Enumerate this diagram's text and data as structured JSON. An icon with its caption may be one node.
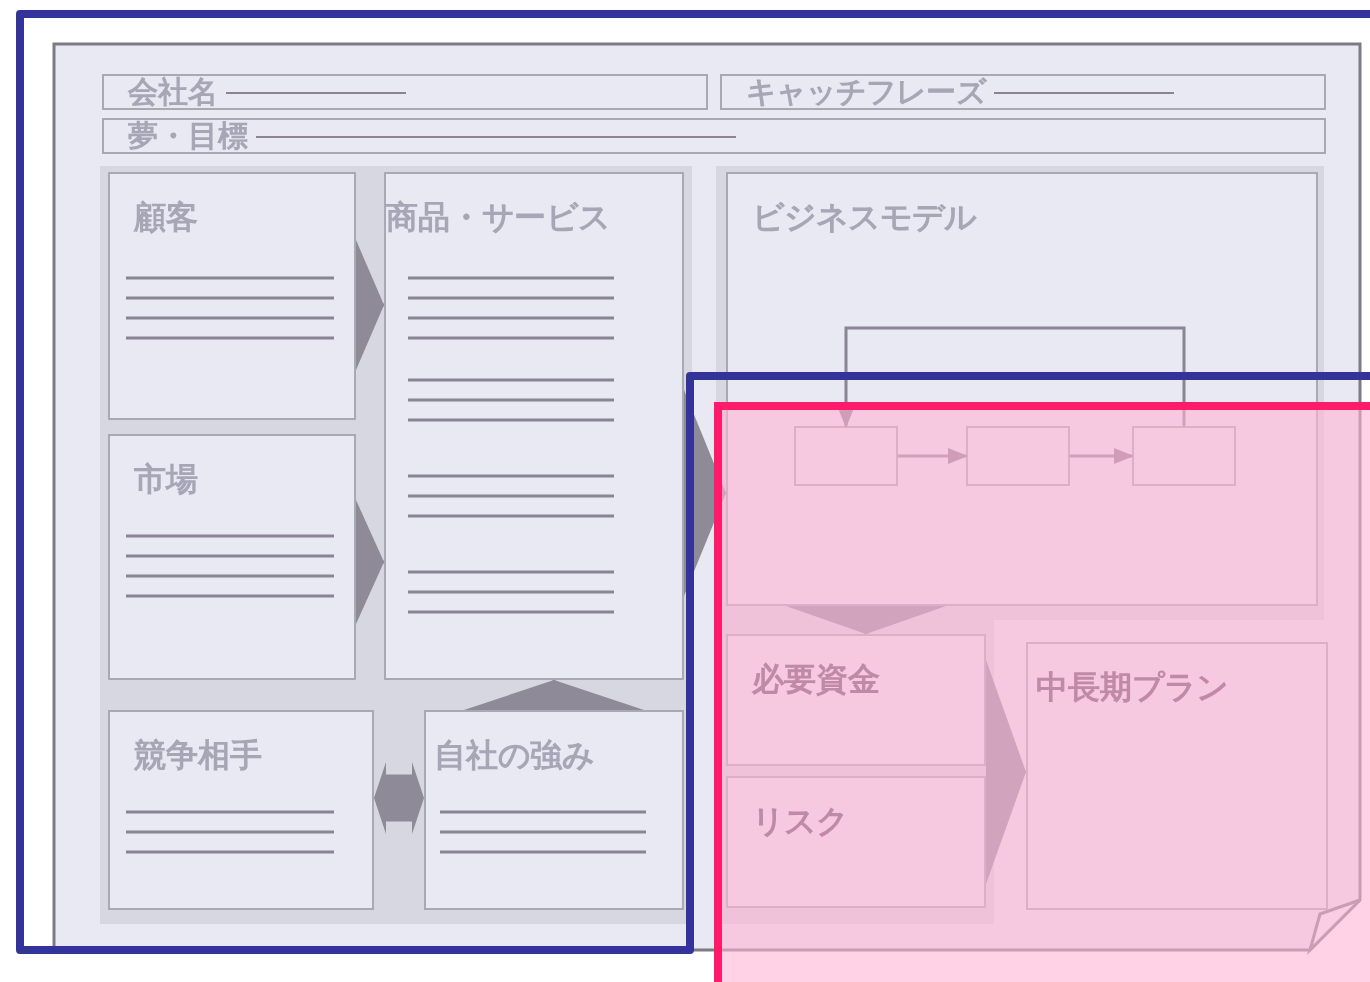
{
  "diagram": {
    "nodes": [
      {
        "text": [
          "会社名"
        ]
      },
      {
        "text": [
          "キャッチフレーズ"
        ]
      },
      {
        "text": [
          "夢・目標"
        ]
      },
      {
        "text": [
          "顧客"
        ]
      },
      {
        "text": [
          "商品・サービス"
        ]
      },
      {
        "text": [
          "ビジネスモデル"
        ]
      },
      {
        "text": [],
        "shape": "box",
        "in": 5
      },
      {
        "text": [],
        "shape": "box",
        "in": 5
      },
      {
        "text": [],
        "shape": "box",
        "in": 5
      },
      {
        "text": [
          "市場"
        ]
      },
      {
        "text": [
          "必要資金"
        ]
      },
      {
        "text": [
          "中長期プラン"
        ]
      },
      {
        "text": [
          "競争相手"
        ]
      },
      {
        "text": [
          "自社の強み"
        ]
      },
      {
        "text": [
          "リスク"
        ]
      }
    ],
    "edges": [
      {
        "from": 3,
        "to": 4,
        "arrow": "to"
      },
      {
        "from": 4,
        "to": 5,
        "arrow": "to"
      },
      {
        "from": 6,
        "to": 7,
        "arrow": "to"
      },
      {
        "from": 7,
        "to": 8,
        "arrow": "to"
      },
      {
        "from": 8,
        "to": 6,
        "arrow": "to"
      },
      {
        "from": 9,
        "to": 4,
        "arrow": "to"
      },
      {
        "from": 5,
        "to": 10,
        "arrow": "to"
      },
      {
        "from": 10,
        "to": 11,
        "arrow": "to"
      },
      {
        "from": 14,
        "to": 11,
        "arrow": "to"
      },
      {
        "from": 12,
        "to": 13,
        "arrow": "both",
        "style": "thick"
      },
      {
        "from": 13,
        "to": 4,
        "arrow": "to"
      }
    ]
  }
}
